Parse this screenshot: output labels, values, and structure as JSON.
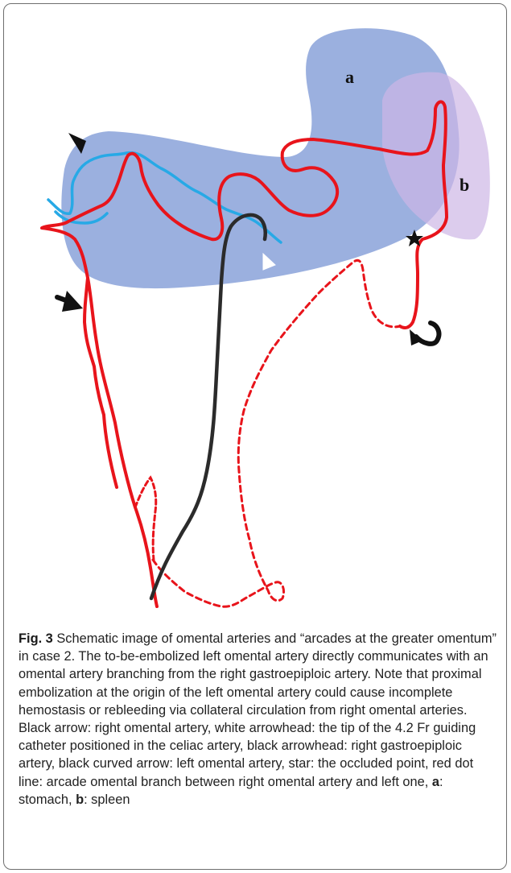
{
  "figure": {
    "labels": {
      "a": "a",
      "b": "b"
    },
    "colors": {
      "stomach": "#7f9ad6",
      "spleen": "#cdbde6",
      "omental_artery": "#e8141b",
      "gastroepiploic_artery": "#27a9e6",
      "catheter": "#2b2b2b"
    },
    "markers": [
      "black-arrow-icon",
      "white-arrowhead-icon",
      "black-arrowhead-icon",
      "black-curved-arrow-icon",
      "star-icon"
    ]
  },
  "caption": {
    "label": "Fig. 3",
    "part1": " Schematic image of omental arteries and “arcades at the greater omentum” in case 2. The to-be-embolized left omental artery directly communicates with an omental artery branching from the right gastroepiploic artery. Note that proximal embolization at the origin of the left omental artery could cause incomplete hemostasis or rebleeding via collateral circulation from right omental arteries. Black arrow: right omental artery, white arrowhead: the tip of the 4.2 Fr guiding catheter positioned in the celiac artery, black arrowhead: right gastroepiploic artery, black curved arrow: left omental artery, star: the occluded point, red dot line: arcade omental branch between right omental artery and left one, ",
    "a_bold": "a",
    "part2": ": stomach, ",
    "b_bold": "b",
    "part3": ": spleen"
  }
}
